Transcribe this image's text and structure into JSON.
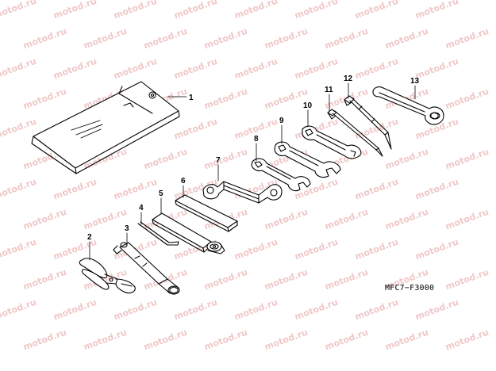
{
  "watermark_text": "motod.ru",
  "diagram_code": "MFC7−F3000",
  "callouts": [
    "1",
    "2",
    "3",
    "4",
    "5",
    "6",
    "7",
    "8",
    "9",
    "10",
    "11",
    "12",
    "13"
  ],
  "parts": [
    {
      "callout": "1",
      "icon": "tool-bag-icon"
    },
    {
      "callout": "2",
      "icon": "pliers-icon"
    },
    {
      "callout": "3",
      "icon": "spark-plug-socket-icon"
    },
    {
      "callout": "4",
      "icon": "hex-key-icon"
    },
    {
      "callout": "5",
      "icon": "handle-bar-icon"
    },
    {
      "callout": "6",
      "icon": "flat-bar-icon"
    },
    {
      "callout": "7",
      "icon": "offset-wrench-icon"
    },
    {
      "callout": "8",
      "icon": "open-end-wrench-icon"
    },
    {
      "callout": "9",
      "icon": "open-end-wrench-icon"
    },
    {
      "callout": "10",
      "icon": "open-end-wrench-icon"
    },
    {
      "callout": "11",
      "icon": "screwdriver-icon"
    },
    {
      "callout": "12",
      "icon": "screwdriver-icon"
    },
    {
      "callout": "13",
      "icon": "ring-wrench-icon"
    }
  ],
  "colors": {
    "line": "#000000",
    "watermark": "#f0c8c8",
    "background": "#ffffff"
  }
}
